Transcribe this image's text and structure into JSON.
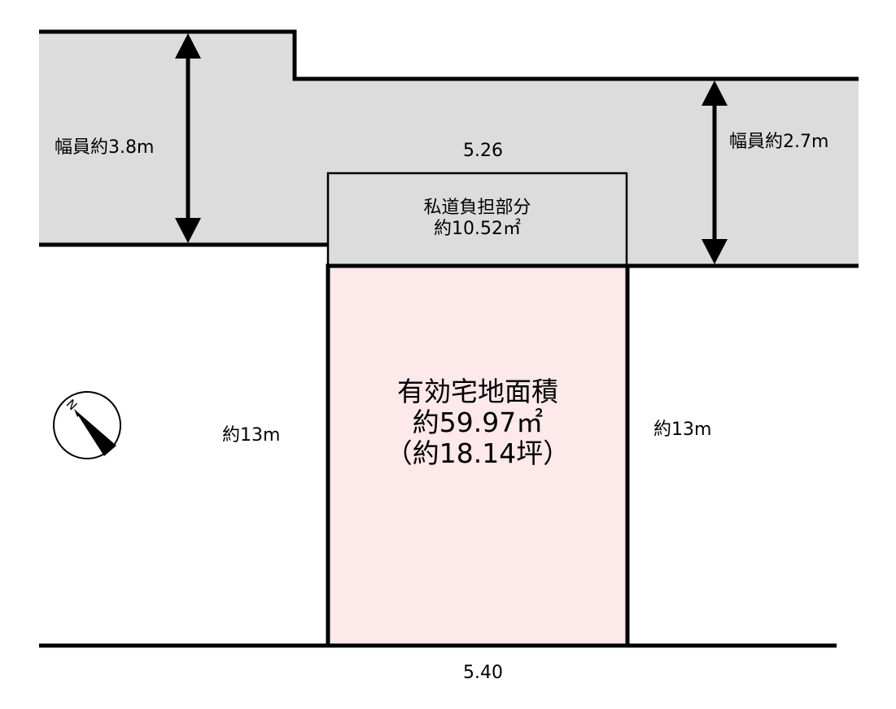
{
  "road_left_width_label": "幅員約3.8m",
  "road_right_width_label": "幅員約2.7m",
  "top_frontage_label": "5.26",
  "private_road": {
    "title": "私道負担部分",
    "area": "約10.52",
    "unit": "㎡"
  },
  "lot": {
    "title": "有効宅地面積",
    "area": "約59.97",
    "unit": "㎡",
    "tsubo": "（約18.14坪）"
  },
  "left_depth_label": "約13m",
  "right_depth_label": "約13m",
  "bottom_width_label": "5.40",
  "compass_label": "N",
  "colors": {
    "road_fill": "#dcdcdc",
    "lot_fill": "#fde8ea",
    "line": "#000000"
  }
}
